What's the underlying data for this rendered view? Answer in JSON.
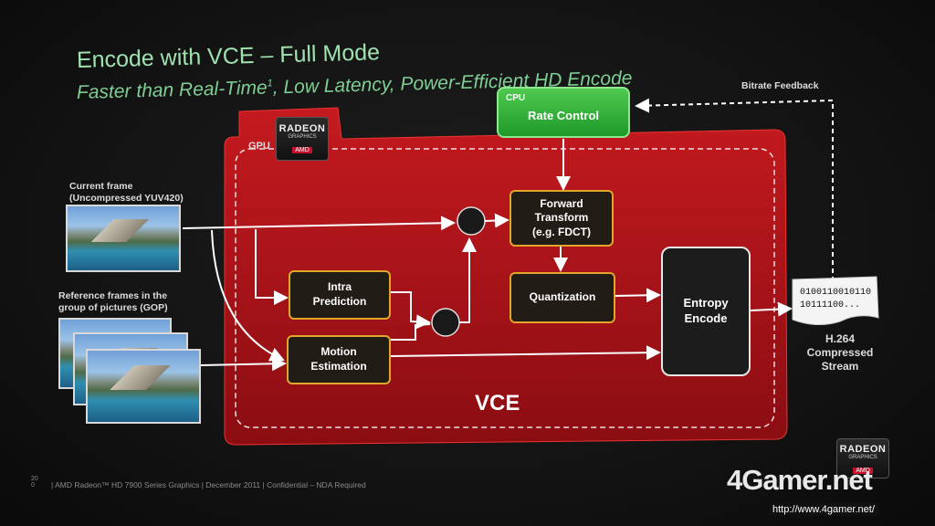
{
  "slide": {
    "title": "Encode with VCE – Full Mode",
    "subtitle": "Faster than Real-Time",
    "subtitle_sup": "1",
    "subtitle_rest": ", Low Latency, Power-Efficient  HD Encode"
  },
  "diagram": {
    "gpu_label": "GPU",
    "vce_label": "VCE",
    "cpu": {
      "tag": "CPU",
      "label": "Rate Control"
    },
    "bitrate_feedback": "Bitrate Feedback",
    "current_frame": {
      "line1": "Current frame",
      "line2": "(Uncompressed YUV420)"
    },
    "reference_frames": {
      "line1": "Reference frames in the",
      "line2": "group of pictures (GOP)"
    },
    "boxes": {
      "forward_transform": {
        "line1": "Forward",
        "line2": "Transform",
        "line3": "(e.g. FDCT)"
      },
      "quantization": "Quantization",
      "intra_prediction": {
        "line1": "Intra",
        "line2": "Prediction"
      },
      "motion_estimation": {
        "line1": "Motion",
        "line2": "Estimation"
      },
      "entropy_encode": {
        "line1": "Entropy",
        "line2": "Encode"
      }
    },
    "bitstream": {
      "line1": "0100110010110",
      "line2": "10111100..."
    },
    "output": {
      "line1": "H.264",
      "line2": "Compressed",
      "line3": "Stream"
    }
  },
  "badge": {
    "line1": "RADEON",
    "line2": "GRAPHICS",
    "line3": "AMD"
  },
  "footer": {
    "page_num": "20",
    "sub": "0",
    "text": "|  AMD Radeon™ HD 7900 Series Graphics  |  December 2011  |  Confidential – NDA Required"
  },
  "watermark": {
    "brand": "4Gamer.net",
    "url": "http://www.4gamer.net/"
  },
  "colors": {
    "gpu_fill": "#b31318",
    "box_border": "#e0a52a",
    "cpu_fill": "#2fb83a",
    "arrow": "#ffffff"
  }
}
